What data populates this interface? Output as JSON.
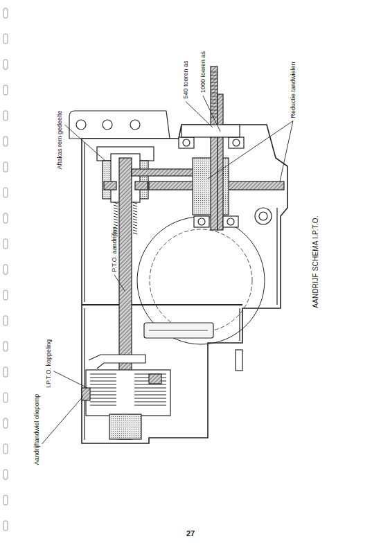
{
  "diagram": {
    "caption": "AANDRIJF SCHEMA I.P.T.O.",
    "labels": [
      "540 toeren as",
      "1000 toeren as",
      "Reductie tandwielen",
      "Aftakas rem gedeelte",
      "P.T.O. aandrijfas",
      "I.P.T.O. koppeling",
      "Aandrijftandwiel oliepomp",
      "27"
    ]
  }
}
